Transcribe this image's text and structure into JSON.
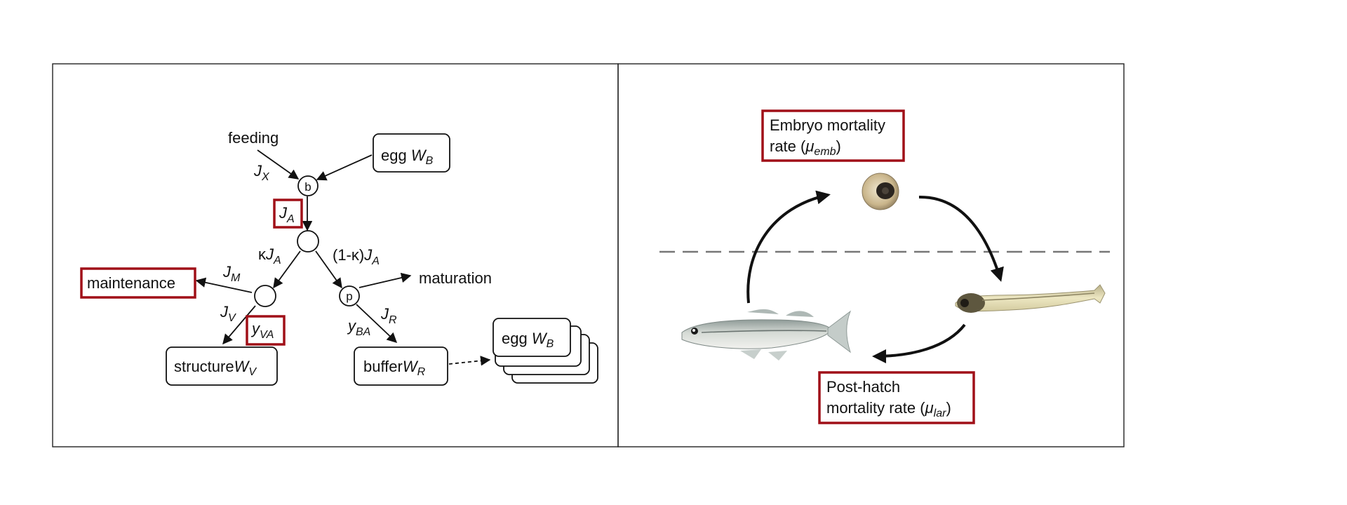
{
  "left_panel": {
    "nodes": {
      "feeding": "feeding",
      "egg_in": {
        "text": "egg ",
        "var": "W",
        "sub": "B"
      },
      "b_node": "b",
      "p_node": "p",
      "maintenance": "maintenance",
      "maturation": "maturation",
      "structure": {
        "text": "structure",
        "var": "W",
        "sub": "V"
      },
      "buffer": {
        "text": "buffer",
        "var": "W",
        "sub": "R"
      },
      "egg_out": {
        "text": "egg ",
        "var": "W",
        "sub": "B"
      }
    },
    "flows": {
      "jx": {
        "var": "J",
        "sub": "X"
      },
      "ja": {
        "var": "J",
        "sub": "A"
      },
      "kappa_ja": {
        "kappa": "κ",
        "var": "J",
        "sub": "A"
      },
      "one_minus_kappa": {
        "pre": "(1-",
        "kappa": "κ",
        "post": ")",
        "var": "J",
        "sub": "A"
      },
      "jm": {
        "var": "J",
        "sub": "M"
      },
      "jv": {
        "var": "J",
        "sub": "V"
      },
      "yva": {
        "var": "y",
        "sub": "VA"
      },
      "yba": {
        "var": "y",
        "sub": "BA"
      },
      "jr": {
        "var": "J",
        "sub": "R"
      }
    }
  },
  "right_panel": {
    "embryo_label": {
      "line1": "Embryo mortality",
      "line2_pre": "rate (",
      "mu": "μ",
      "sub": "emb",
      "close": ")"
    },
    "posthatch_label": {
      "line1": "Post-hatch",
      "line2_pre": "mortality rate (",
      "mu": "μ",
      "sub": "lar",
      "close": ")"
    },
    "images": {
      "egg": "fish-egg-embryo",
      "larva": "fish-larva",
      "adult": "adult-fish"
    }
  },
  "colors": {
    "highlight_box": "#a01018",
    "line": "#111111",
    "dashed_water_line": "#777777",
    "fish_body": "#c9cdc6",
    "larva_body": "#e7e1b8"
  }
}
